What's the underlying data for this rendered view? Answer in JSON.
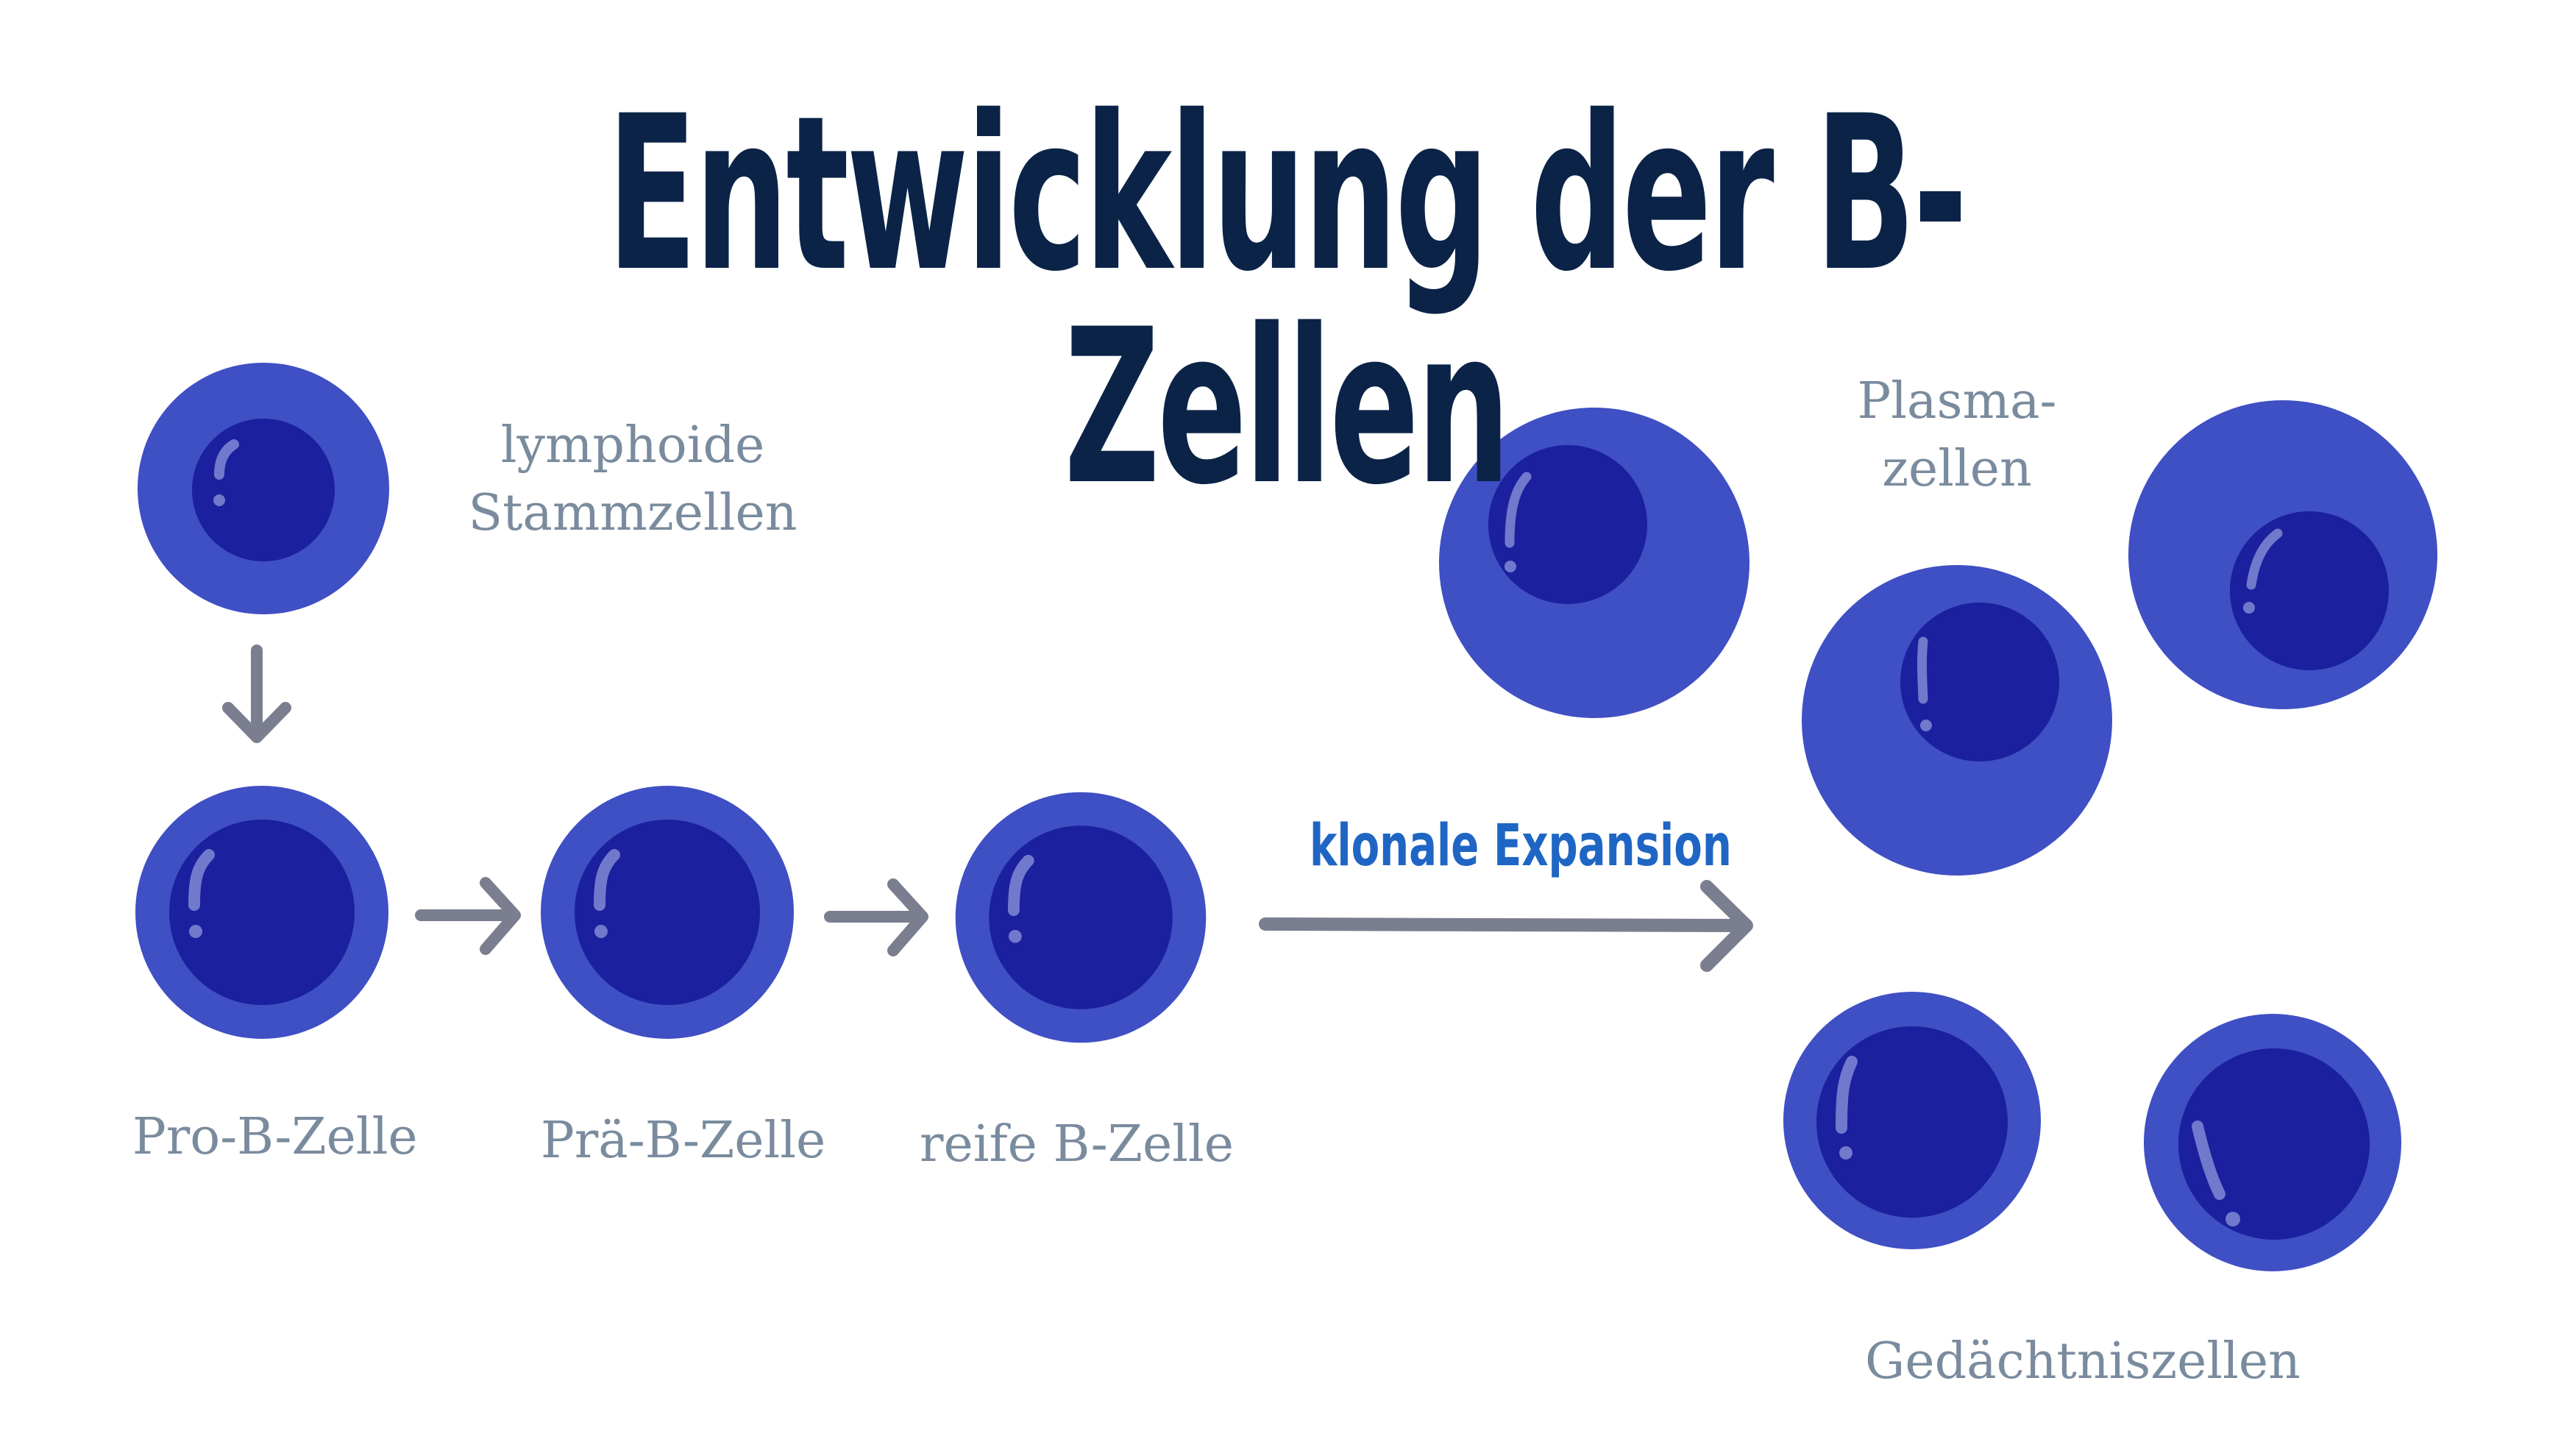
{
  "title": "Entwicklung der B-Zellen",
  "colors": {
    "title": "#0b2347",
    "cell_outer": "#3f4fc4",
    "cell_nucleus": "#1b209e",
    "highlight": "#7079cc",
    "arrow": "#7b7e8f",
    "label": "#7a8b9e",
    "expansion_label": "#1f66c4",
    "background": "#ffffff"
  },
  "stages": [
    {
      "id": "lymphoid-stem",
      "label_line1": "lymphoide",
      "label_line2": "Stammzellen"
    },
    {
      "id": "pro-b",
      "label": "Pro-B-Zelle"
    },
    {
      "id": "pre-b",
      "label": "Prä-B-Zelle"
    },
    {
      "id": "mature-b",
      "label": "reife B-Zelle"
    }
  ],
  "expansion": {
    "label": "klonale Expansion"
  },
  "outcomes": {
    "plasma": {
      "label_line1": "Plasma-",
      "label_line2": "zellen",
      "count": 3
    },
    "memory": {
      "label": "Gedächtniszellen",
      "count": 2
    }
  },
  "icons": {
    "cell": "cell-icon",
    "arrow": "arrow-right-icon",
    "arrow_down": "arrow-down-icon"
  }
}
